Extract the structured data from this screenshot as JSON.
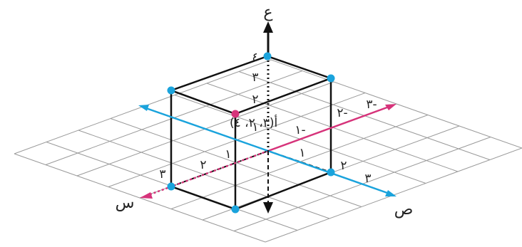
{
  "axes": {
    "z_name": "ع",
    "x_name": "س",
    "y_name": "ص",
    "x_color": "#d6337a",
    "y_color": "#1aa3dc",
    "z_color": "#111111"
  },
  "ticks": {
    "z": [
      "١",
      "٢",
      "٣",
      "٤"
    ],
    "x_pos": [
      "١",
      "٢",
      "٣"
    ],
    "y_pos": [
      "١",
      "٢",
      "٣"
    ],
    "x_neg": [
      "١-",
      "٢-",
      "٣-"
    ]
  },
  "point_label": "أ(٣، ٢، ٤)",
  "point_colors": {
    "vertex": "#1aa3dc",
    "highlight": "#d6337a"
  }
}
